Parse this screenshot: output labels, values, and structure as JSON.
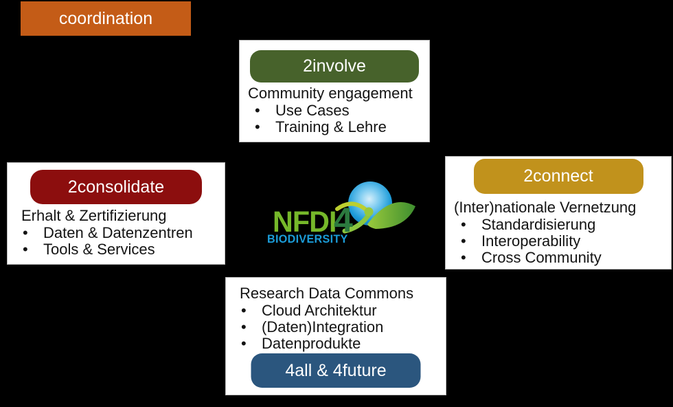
{
  "canvas": {
    "background": "#000000"
  },
  "coordination": {
    "label": "coordination",
    "color": "#C45C17"
  },
  "cards": {
    "involve": {
      "pill": "2involve",
      "pill_color": "#47622B",
      "heading": "Community engagement",
      "bullets": [
        "Use Cases",
        "Training & Lehre"
      ]
    },
    "consolidate": {
      "pill": "2consolidate",
      "pill_color": "#8C0E0E",
      "heading": "Erhalt & Zertifizierung",
      "bullets": [
        "Daten & Datenzentren",
        "Tools & Services"
      ]
    },
    "connect": {
      "pill": "2connect",
      "pill_color": "#C1921C",
      "heading": "(Inter)nationale Vernetzung",
      "bullets": [
        "Standardisierung",
        "Interoperability",
        "Cross Community"
      ]
    },
    "rdc": {
      "heading": "Research Data Commons",
      "bullets": [
        "Cloud Architektur",
        "(Daten)Integration",
        "Datenprodukte"
      ],
      "pill": "4all & 4future",
      "pill_color": "#2B567E"
    }
  },
  "logo": {
    "word_nfdi": "NFDI",
    "word_4": "4",
    "word_biodiversity": "BIODIVERSITY",
    "green": "#76B82A",
    "dark_green": "#2C7A3F",
    "blue": "#1B9CD8"
  }
}
